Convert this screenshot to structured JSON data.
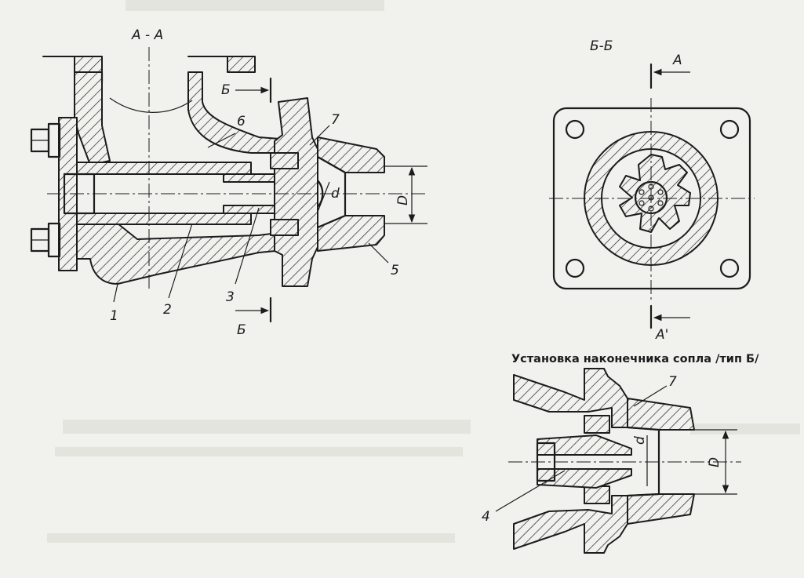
{
  "views": {
    "section_aa": {
      "title": "А - А",
      "section_mark": "Б",
      "dimension": "D",
      "small_dimension": "d",
      "part_numbers": [
        "1",
        "2",
        "3",
        "5",
        "6",
        "7"
      ]
    },
    "section_bb": {
      "title": "Б-Б",
      "section_mark": "А",
      "section_mark_bottom": "А'"
    },
    "nozzle_tip": {
      "title": "Установка наконечника сопла /тип Б/",
      "dimension": "D",
      "small_dimension": "d",
      "part_numbers": [
        "4",
        "7"
      ]
    }
  }
}
